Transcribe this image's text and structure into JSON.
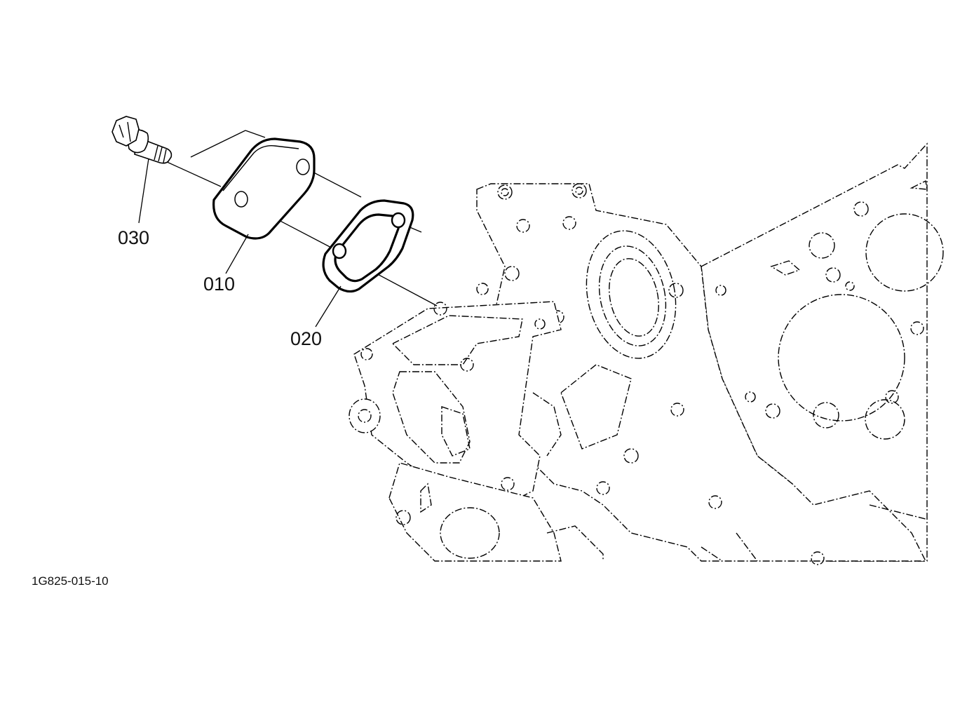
{
  "parts": [
    {
      "ref": "030",
      "kind": "bolt"
    },
    {
      "ref": "010",
      "kind": "cover-plate"
    },
    {
      "ref": "020",
      "kind": "gasket"
    }
  ],
  "drawing_code": "1G825-015-10",
  "colors": {
    "line": "#000000",
    "background": "#ffffff"
  }
}
